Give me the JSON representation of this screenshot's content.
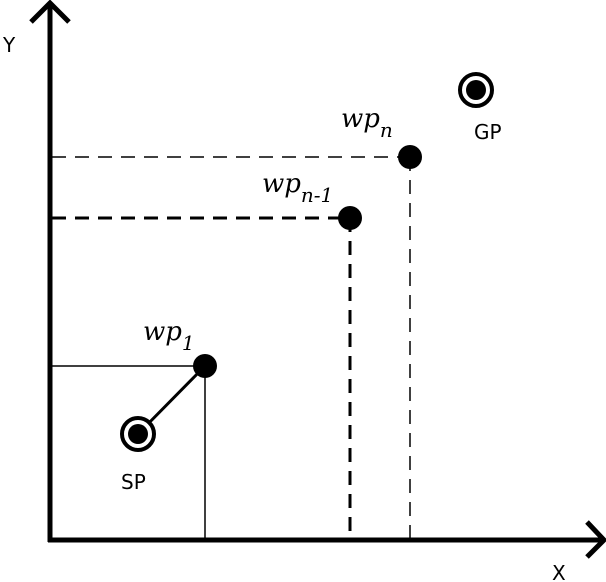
{
  "diagram": {
    "axes": {
      "x_label": "X",
      "y_label": "Y"
    },
    "start_point": {
      "label": "SP"
    },
    "goal_point": {
      "label": "GP"
    },
    "waypoints": [
      {
        "base": "wp",
        "subscript": "1"
      },
      {
        "base": "wp",
        "subscript": "n-1"
      },
      {
        "base": "wp",
        "subscript": "n"
      }
    ],
    "colors": {
      "stroke": "#000000",
      "background": "#ffffff"
    }
  }
}
